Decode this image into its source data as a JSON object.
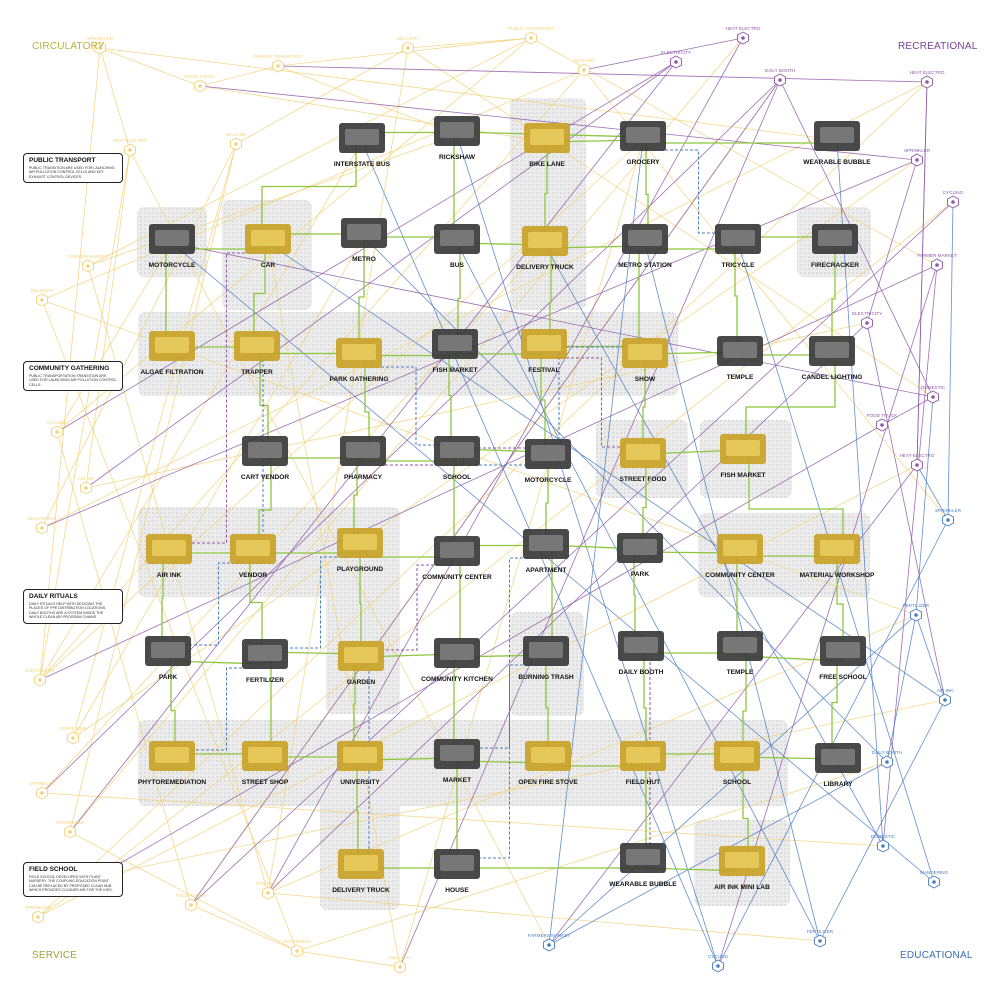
{
  "quadrants": {
    "top_left": "CIRCULATORY",
    "top_right": "RECREATIONAL",
    "bottom_left": "SERVICE",
    "bottom_right": "EDUCATIONAL"
  },
  "legend_boxes": [
    {
      "title": "PUBLIC TRANSPORT",
      "text": "PUBLIC TRANSITION ARE USED FOR LAUNCHING AIR POLLUTION CONTROL CELLS AND KEY EXHAUST CONTROL DEVICES"
    },
    {
      "title": "COMMUNITY GATHERING",
      "text": "PUBLIC TRANSPORTATION TRANSITION ARE USED FOR LAUNCHING AIR POLLUTION CONTROL CELLS."
    },
    {
      "title": "DAILY RITUALS",
      "text": "DAILY RITUALS HELP WITH DECIDING THE PLACES OF PPE DISTRIBUTION LOCATIONS. DAILY BOOTHS ARE A SYSTEM INSIDE THE WHOLE CLEAN AIR PROGRAM CHAINS."
    },
    {
      "title": "FIELD SCHOOL",
      "text": "FIELD SCHOOL DEVELOPED WITH PLANT NURSERY. THE COUPLING EDUCATION POINT CAN BE REPLACED BY PROPOSED CLEAN HUB WHICH PROVIDES CLEANER AIR FOR THE KIDS."
    }
  ],
  "colors": {
    "green": "#8cc63f",
    "yellow": "#f2d27a",
    "purple": "#8e57a8",
    "blue": "#4a7cc4",
    "gold": "#c9a227",
    "gray": "#e4e4e4"
  },
  "nodes": [
    {
      "id": "interstate_bus",
      "label": "INTERSTATE BUS",
      "gold": false
    },
    {
      "id": "rickshaw",
      "label": "RICKSHAW",
      "gold": false
    },
    {
      "id": "bike_lane",
      "label": "BIKE LANE",
      "gold": true
    },
    {
      "id": "grocery",
      "label": "GROCERY",
      "gold": false
    },
    {
      "id": "wearable_bubble_top",
      "label": "WEARABLE BUBBLE",
      "gold": false
    },
    {
      "id": "motorcycle_top",
      "label": "MOTORCYCLE",
      "gold": false
    },
    {
      "id": "car",
      "label": "CAR",
      "gold": true
    },
    {
      "id": "metro",
      "label": "METRO",
      "gold": false
    },
    {
      "id": "bus",
      "label": "BUS",
      "gold": false
    },
    {
      "id": "delivery_truck_top",
      "label": "DELIVERY TRUCK",
      "gold": true
    },
    {
      "id": "metro_station",
      "label": "METRO STATION",
      "gold": false
    },
    {
      "id": "tricycle",
      "label": "TRICYCLE",
      "gold": false
    },
    {
      "id": "firecracker",
      "label": "FIRECRACKER",
      "gold": false
    },
    {
      "id": "algae_filtration",
      "label": "ALGAE FILTRATION",
      "gold": true
    },
    {
      "id": "trapper",
      "label": "TRAPPER",
      "gold": true
    },
    {
      "id": "park_gathering",
      "label": "PARK GATHERING",
      "gold": true
    },
    {
      "id": "fish_market_mid",
      "label": "FISH MARKET",
      "gold": false
    },
    {
      "id": "festival",
      "label": "FESTIVAL",
      "gold": true
    },
    {
      "id": "show",
      "label": "SHOW",
      "gold": true
    },
    {
      "id": "temple_top",
      "label": "TEMPLE",
      "gold": false
    },
    {
      "id": "candel_lighting",
      "label": "CANDEL LIGHTING",
      "gold": false
    },
    {
      "id": "cart_vendor",
      "label": "CART VENDOR",
      "gold": false
    },
    {
      "id": "pharmacy",
      "label": "PHARMACY",
      "gold": false
    },
    {
      "id": "school_mid",
      "label": "SCHOOL",
      "gold": false
    },
    {
      "id": "motorcycle_mid",
      "label": "MOTORCYCLE",
      "gold": false
    },
    {
      "id": "street_food",
      "label": "STREET FOOD",
      "gold": true
    },
    {
      "id": "fish_market_right",
      "label": "FISH MARKET",
      "gold": true
    },
    {
      "id": "air_ink",
      "label": "AIR INK",
      "gold": true
    },
    {
      "id": "vendor",
      "label": "VENDOR",
      "gold": true
    },
    {
      "id": "playground",
      "label": "PLAYGROUND",
      "gold": true
    },
    {
      "id": "community_center_left",
      "label": "COMMUNITY CENTER",
      "gold": false
    },
    {
      "id": "apartment",
      "label": "APARTMENT",
      "gold": false
    },
    {
      "id": "park_mid",
      "label": "PARK",
      "gold": false
    },
    {
      "id": "community_center_right",
      "label": "COMMUNITY CENTER",
      "gold": true
    },
    {
      "id": "material_workshop",
      "label": "MATERIAL WORKSHOP",
      "gold": true
    },
    {
      "id": "park_left",
      "label": "PARK",
      "gold": false
    },
    {
      "id": "fertilizer",
      "label": "FERTILIZER",
      "gold": false
    },
    {
      "id": "garden",
      "label": "GARDEN",
      "gold": true
    },
    {
      "id": "community_kitchen",
      "label": "COMMUNITY KITCHEN",
      "gold": false
    },
    {
      "id": "burning_trash",
      "label": "BURNING TRASH",
      "gold": false
    },
    {
      "id": "daily_booth",
      "label": "DAILY BOOTH",
      "gold": false
    },
    {
      "id": "temple_mid",
      "label": "TEMPLE",
      "gold": false
    },
    {
      "id": "free_school",
      "label": "FREE SCHOOL",
      "gold": false
    },
    {
      "id": "phytoremediation",
      "label": "PHYTOREMEDIATION",
      "gold": true
    },
    {
      "id": "street_shop",
      "label": "STREET SHOP",
      "gold": true
    },
    {
      "id": "university",
      "label": "UNIVERSITY",
      "gold": true
    },
    {
      "id": "market",
      "label": "MARKET",
      "gold": false
    },
    {
      "id": "open_fire_stove",
      "label": "OPEN FIRE STOVE",
      "gold": true
    },
    {
      "id": "field_hut",
      "label": "FIELD HUT",
      "gold": true
    },
    {
      "id": "school_bottom",
      "label": "SCHOOL",
      "gold": true
    },
    {
      "id": "library",
      "label": "LIBRARY",
      "gold": false
    },
    {
      "id": "delivery_truck_bottom",
      "label": "DELIVERY TRUCK",
      "gold": true
    },
    {
      "id": "house",
      "label": "HOUSE",
      "gold": false
    },
    {
      "id": "wearable_bubble_bottom",
      "label": "WEARABLE BUBBLE",
      "gold": false
    },
    {
      "id": "air_ink_mini_lab",
      "label": "AIR INK MINI LAB",
      "gold": true
    }
  ],
  "satellites": [
    {
      "label": "SPRINKLER",
      "group": "yellow"
    },
    {
      "label": "DELIVERY",
      "group": "yellow"
    },
    {
      "label": "PUBLIC TRANSPORT",
      "group": "yellow"
    },
    {
      "label": "PRIVATE TRANSPORT",
      "group": "yellow"
    },
    {
      "label": "WALKING",
      "group": "yellow"
    },
    {
      "label": "FOOD TRUCK",
      "group": "yellow"
    },
    {
      "label": "HEAT ELECTRO",
      "group": "yellow"
    },
    {
      "label": "WALKING",
      "group": "yellow"
    },
    {
      "label": "FARMER MARKET",
      "group": "yellow"
    },
    {
      "label": "DELIVERY",
      "group": "yellow"
    },
    {
      "label": "CYCLING",
      "group": "yellow"
    },
    {
      "label": "AIR INK",
      "group": "yellow"
    },
    {
      "label": "WANDERING",
      "group": "yellow"
    },
    {
      "label": "ELECTRICITY",
      "group": "yellow"
    },
    {
      "label": "FERTILIZER",
      "group": "yellow"
    },
    {
      "label": "SPRINKLER",
      "group": "yellow"
    },
    {
      "label": "GARDENING",
      "group": "yellow"
    },
    {
      "label": "PLANT NURSERY",
      "group": "yellow"
    },
    {
      "label": "SPRINKLER",
      "group": "yellow"
    },
    {
      "label": "FOOD TRUCK",
      "group": "yellow"
    },
    {
      "label": "DOMESTIC",
      "group": "yellow"
    },
    {
      "label": "WANDERING",
      "group": "yellow"
    },
    {
      "label": "DELIVERY",
      "group": "yellow"
    },
    {
      "label": "HEAT ELECTRO",
      "group": "purple"
    },
    {
      "label": "ELECTRICITY",
      "group": "purple"
    },
    {
      "label": "DAILY BOOTH",
      "group": "purple"
    },
    {
      "label": "HEAT ELECTRO",
      "group": "purple"
    },
    {
      "label": "SPRINKLER",
      "group": "purple"
    },
    {
      "label": "CYCLING",
      "group": "purple"
    },
    {
      "label": "FARMER MARKET",
      "group": "purple"
    },
    {
      "label": "ELECTRICITY",
      "group": "purple"
    },
    {
      "label": "DOMESTIC",
      "group": "purple"
    },
    {
      "label": "FOOD TRUCK",
      "group": "purple"
    },
    {
      "label": "HEAT ELECTRO",
      "group": "purple"
    },
    {
      "label": "SPRINKLER",
      "group": "blue"
    },
    {
      "label": "FERTILIZER",
      "group": "blue"
    },
    {
      "label": "AIR INK",
      "group": "blue"
    },
    {
      "label": "DAILY BOOTH",
      "group": "blue"
    },
    {
      "label": "DOMESTIC",
      "group": "blue"
    },
    {
      "label": "WANDERING",
      "group": "blue"
    },
    {
      "label": "FERTILIZER",
      "group": "blue"
    },
    {
      "label": "CYCLING",
      "group": "blue"
    },
    {
      "label": "FARMERS MARKET",
      "group": "blue"
    }
  ],
  "green_links": [
    [
      "interstate_bus",
      "rickshaw"
    ],
    [
      "rickshaw",
      "grocery"
    ],
    [
      "bike_lane",
      "grocery"
    ],
    [
      "grocery",
      "wearable_bubble_top"
    ],
    [
      "motorcycle_top",
      "car"
    ],
    [
      "car",
      "metro"
    ],
    [
      "metro",
      "bus"
    ],
    [
      "bus",
      "delivery_truck_top"
    ],
    [
      "delivery_truck_top",
      "metro_station"
    ],
    [
      "metro_station",
      "tricycle"
    ],
    [
      "tricycle",
      "firecracker"
    ],
    [
      "algae_filtration",
      "trapper"
    ],
    [
      "trapper",
      "park_gathering"
    ],
    [
      "park_gathering",
      "fish_market_mid"
    ],
    [
      "fish_market_mid",
      "festival"
    ],
    [
      "festival",
      "show"
    ],
    [
      "show",
      "temple_top"
    ],
    [
      "temple_top",
      "candel_lighting"
    ],
    [
      "cart_vendor",
      "pharmacy"
    ],
    [
      "pharmacy",
      "school_mid"
    ],
    [
      "school_mid",
      "motorcycle_mid"
    ],
    [
      "street_food",
      "fish_market_right"
    ],
    [
      "air_ink",
      "vendor"
    ],
    [
      "vendor",
      "playground"
    ],
    [
      "playground",
      "community_center_left"
    ],
    [
      "community_center_left",
      "apartment"
    ],
    [
      "apartment",
      "park_mid"
    ],
    [
      "park_mid",
      "community_center_right"
    ],
    [
      "community_center_right",
      "material_workshop"
    ],
    [
      "park_left",
      "fertilizer"
    ],
    [
      "fertilizer",
      "garden"
    ],
    [
      "garden",
      "community_kitchen"
    ],
    [
      "community_kitchen",
      "burning_trash"
    ],
    [
      "daily_booth",
      "temple_mid"
    ],
    [
      "temple_mid",
      "free_school"
    ],
    [
      "phytoremediation",
      "street_shop"
    ],
    [
      "street_shop",
      "university"
    ],
    [
      "university",
      "market"
    ],
    [
      "market",
      "open_fire_stove"
    ],
    [
      "open_fire_stove",
      "field_hut"
    ],
    [
      "field_hut",
      "school_bottom"
    ],
    [
      "school_bottom",
      "library"
    ],
    [
      "delivery_truck_bottom",
      "house"
    ],
    [
      "house",
      "wearable_bubble_bottom"
    ],
    [
      "wearable_bubble_bottom",
      "air_ink_mini_lab"
    ],
    [
      "motorcycle_top",
      "algae_filtration"
    ],
    [
      "car",
      "trapper"
    ],
    [
      "metro",
      "park_gathering"
    ],
    [
      "bus",
      "fish_market_mid"
    ],
    [
      "delivery_truck_top",
      "festival"
    ],
    [
      "metro_station",
      "show"
    ],
    [
      "tricycle",
      "temple_top"
    ],
    [
      "firecracker",
      "candel_lighting"
    ],
    [
      "trapper",
      "cart_vendor"
    ],
    [
      "park_gathering",
      "pharmacy"
    ],
    [
      "fish_market_mid",
      "school_mid"
    ],
    [
      "festival",
      "motorcycle_mid"
    ],
    [
      "show",
      "street_food"
    ],
    [
      "candel_lighting",
      "fish_market_right"
    ],
    [
      "cart_vendor",
      "vendor"
    ],
    [
      "pharmacy",
      "playground"
    ],
    [
      "school_mid",
      "community_center_left"
    ],
    [
      "motorcycle_mid",
      "apartment"
    ],
    [
      "street_food",
      "park_mid"
    ],
    [
      "fish_market_right",
      "material_workshop"
    ],
    [
      "air_ink",
      "park_left"
    ],
    [
      "vendor",
      "fertilizer"
    ],
    [
      "playground",
      "garden"
    ],
    [
      "community_center_left",
      "community_kitchen"
    ],
    [
      "apartment",
      "burning_trash"
    ],
    [
      "park_mid",
      "daily_booth"
    ],
    [
      "community_center_right",
      "temple_mid"
    ],
    [
      "material_workshop",
      "free_school"
    ],
    [
      "park_left",
      "phytoremediation"
    ],
    [
      "fertilizer",
      "street_shop"
    ],
    [
      "garden",
      "university"
    ],
    [
      "community_kitchen",
      "market"
    ],
    [
      "burning_trash",
      "open_fire_stove"
    ],
    [
      "daily_booth",
      "field_hut"
    ],
    [
      "temple_mid",
      "school_bottom"
    ],
    [
      "free_school",
      "library"
    ],
    [
      "university",
      "delivery_truck_bottom"
    ],
    [
      "market",
      "house"
    ],
    [
      "field_hut",
      "wearable_bubble_bottom"
    ],
    [
      "school_bottom",
      "air_ink_mini_lab"
    ],
    [
      "interstate_bus",
      "car"
    ],
    [
      "rickshaw",
      "bus"
    ],
    [
      "bike_lane",
      "delivery_truck_top"
    ],
    [
      "grocery",
      "metro_station"
    ]
  ],
  "dashed_links": [
    [
      "car",
      "air_ink"
    ],
    [
      "trapper",
      "vendor"
    ],
    [
      "park_gathering",
      "school_mid"
    ],
    [
      "festival",
      "street_food"
    ],
    [
      "vendor",
      "park_left"
    ],
    [
      "playground",
      "fertilizer"
    ],
    [
      "community_center_left",
      "garden"
    ],
    [
      "apartment",
      "market"
    ],
    [
      "burning_trash",
      "house"
    ],
    [
      "daily_booth",
      "wearable_bubble_bottom"
    ],
    [
      "grocery",
      "tricycle"
    ],
    [
      "school_mid",
      "show"
    ],
    [
      "pharmacy",
      "motorcycle_mid"
    ],
    [
      "fertilizer",
      "phytoremediation"
    ],
    [
      "garden",
      "delivery_truck_bottom"
    ]
  ]
}
